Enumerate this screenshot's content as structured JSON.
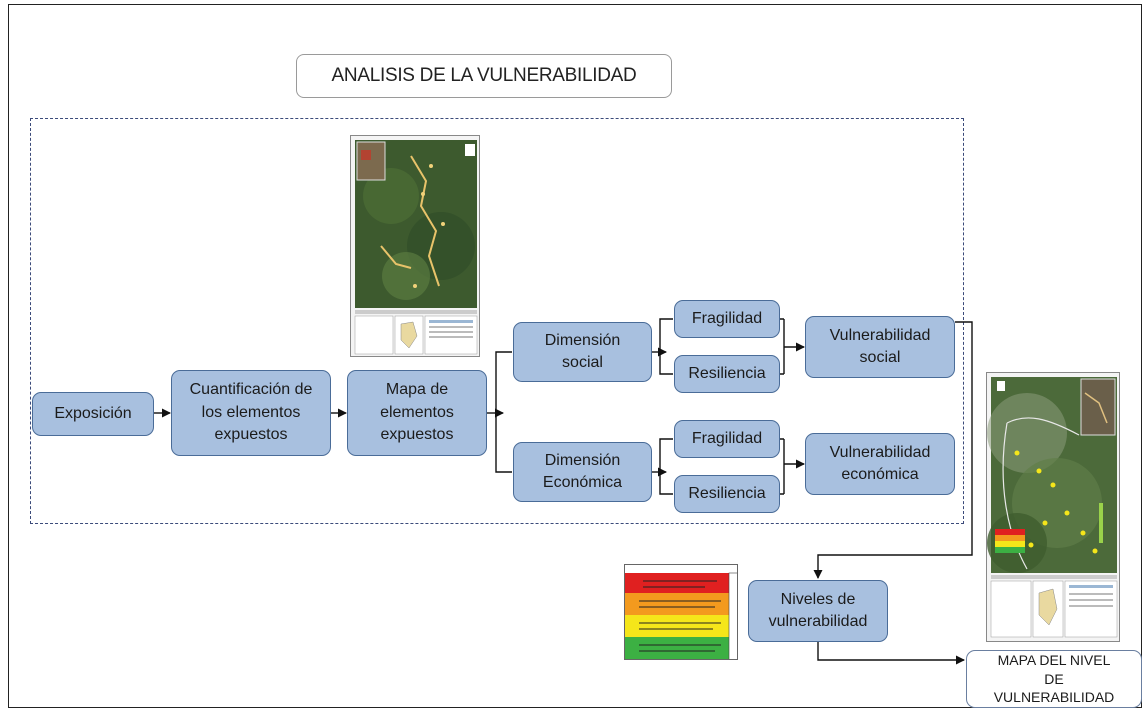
{
  "title": "ANALISIS DE LA VULNERABILIDAD",
  "nodes": {
    "exposicion": "Exposición",
    "cuantificacion": "Cuantificación de\nlos elementos\nexpuestos",
    "mapa_elementos": "Mapa de\nelementos\nexpuestos",
    "dim_social": "Dimensión\nsocial",
    "dim_economica": "Dimensión\nEconómica",
    "fragilidad_social": "Fragilidad",
    "resiliencia_social": "Resiliencia",
    "fragilidad_economica": "Fragilidad",
    "resiliencia_economica": "Resiliencia",
    "vuln_social": "Vulnerabilidad\nsocial",
    "vuln_economica": "Vulnerabilidad\neconómica",
    "niveles": "Niveles de\nvulnerabilidad",
    "mapa_nivel": "MAPA DEL NIVEL\nDE\nVULNERABILIDAD"
  },
  "colors": {
    "node_fill": "#a8c0df",
    "node_border": "#4a6c98",
    "dashed_border": "#3b4a7a",
    "legend_red": "#e02020",
    "legend_orange": "#f39a1e",
    "legend_yellow": "#f5e61a",
    "legend_green": "#3cb043"
  }
}
